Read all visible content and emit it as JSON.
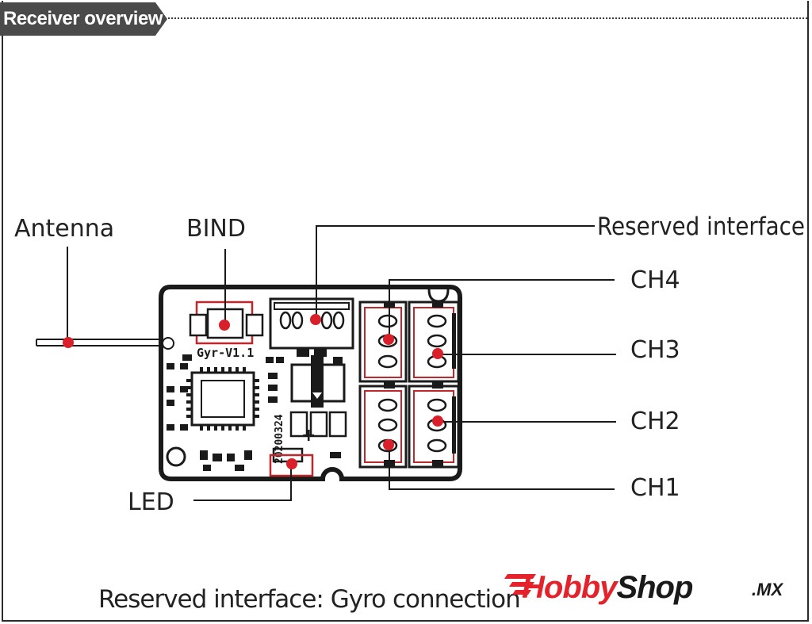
{
  "header": {
    "title": "Receiver overview"
  },
  "labels": {
    "antenna": "Antenna",
    "bind": "BIND",
    "reserved": "Reserved interface",
    "ch4": "CH4",
    "ch3": "CH3",
    "ch2": "CH2",
    "ch1": "CH1",
    "led": "LED"
  },
  "pcb": {
    "silk_model": "Gyr-V1.1",
    "silk_date": "20200324",
    "silk_plus": "+"
  },
  "caption": "Reserved interface: Gyro connection",
  "logo": {
    "part1": "Hobby",
    "part2": "Shop",
    "suffix": ".MX"
  },
  "colors": {
    "marker": "#d9202a",
    "highlight": "#c0272d",
    "line": "#1a1a1a",
    "logo_red": "#e3222b"
  },
  "icons": {
    "antenna": "antenna-wire",
    "led": "led-dot"
  }
}
